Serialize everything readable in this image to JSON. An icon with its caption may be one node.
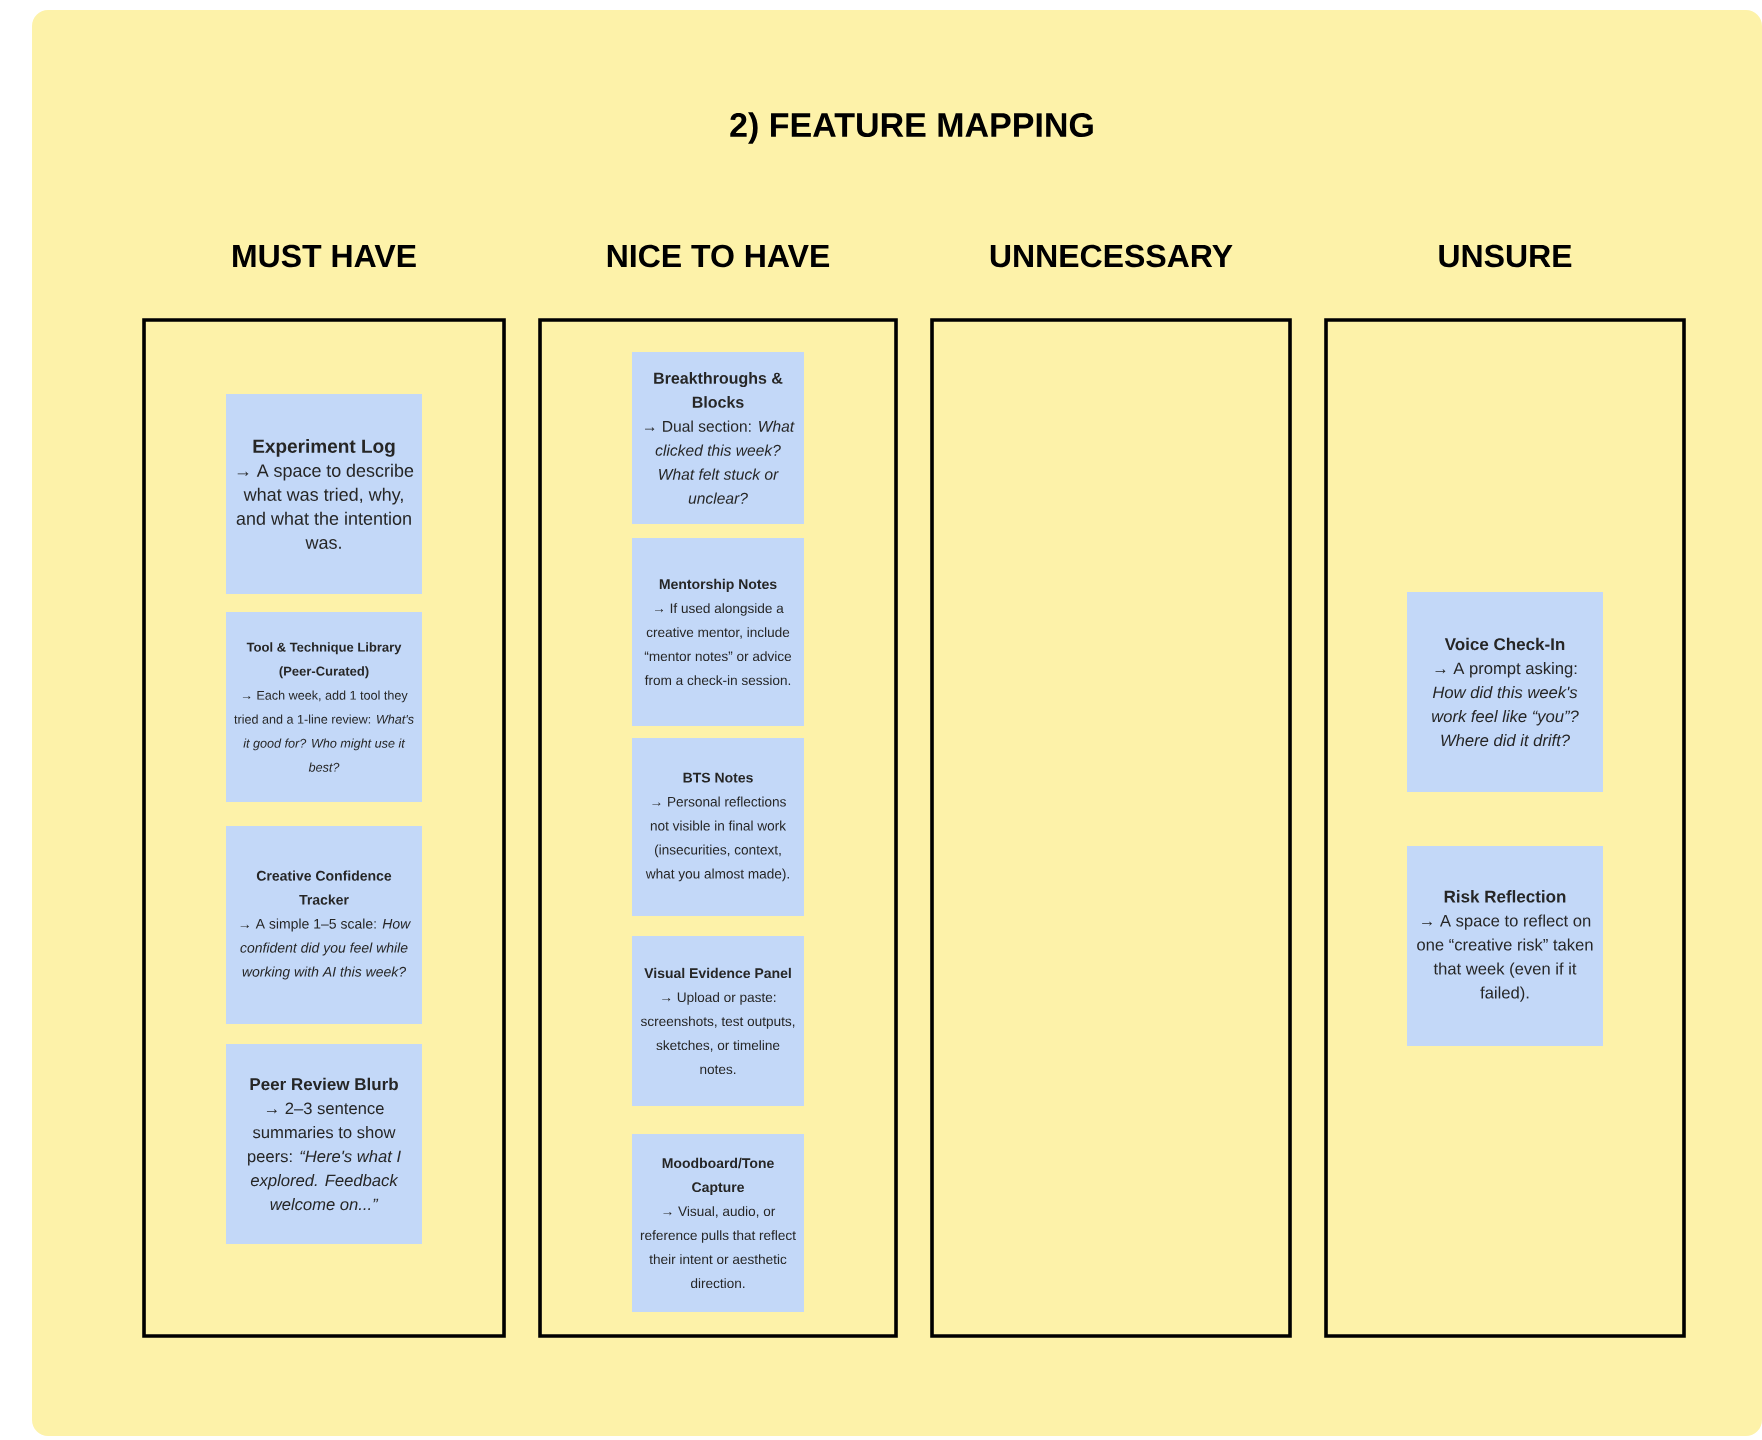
{
  "diagram": {
    "title": "2) FEATURE MAPPING",
    "nodes": [
      {
        "text": [
          "MUST HAVE"
        ]
      },
      {
        "text": [
          "Experiment Log",
          "→ A space to describe what was tried, why, and what the intention was."
        ],
        "in": 0
      },
      {
        "text": [
          "Tool & Technique Library (Peer-Curated)",
          "→ Each week, add 1 tool they tried and a 1-line review: *What's it good for? Who might use it best?*"
        ],
        "in": 0
      },
      {
        "text": [
          "Creative Confidence Tracker",
          "→ A simple 1–5 scale: *How confident did you feel while working with AI this week?*"
        ],
        "in": 0
      },
      {
        "text": [
          "Peer Review Blurb",
          "→ 2–3 sentence summaries to show peers: *“Here's what I explored. Feedback welcome on...”*"
        ],
        "in": 0
      },
      {
        "text": [
          "NICE TO HAVE"
        ]
      },
      {
        "text": [
          "Breakthroughs & Blocks",
          "→ Dual section: *What clicked this week? What felt stuck or unclear?*"
        ],
        "in": 5
      },
      {
        "text": [
          "Mentorship Notes",
          "→ If used alongside a creative mentor, include “mentor notes” or advice from a check-in session."
        ],
        "in": 5
      },
      {
        "text": [
          "BTS Notes",
          "→ Personal reflections not visible in final work (insecurities, context, what you almost made)."
        ],
        "in": 5
      },
      {
        "text": [
          "Visual Evidence Panel",
          "→ Upload or paste: screenshots, test outputs, sketches, or timeline notes."
        ],
        "in": 5
      },
      {
        "text": [
          "Moodboard/Tone Capture",
          "→ Visual, audio, or reference pulls that reflect their intent or aesthetic direction."
        ],
        "in": 5
      },
      {
        "text": [
          "UNNECESSARY"
        ]
      },
      {
        "text": [
          "UNSURE"
        ]
      },
      {
        "text": [
          "Voice Check-In",
          "→ A prompt asking: *How did this week's work feel like “you”? Where did it drift?*"
        ],
        "in": 12
      },
      {
        "text": [
          "Risk Reflection",
          "→ A space to reflect on one “creative risk” taken that week (even if it failed)."
        ],
        "in": 12
      }
    ]
  }
}
